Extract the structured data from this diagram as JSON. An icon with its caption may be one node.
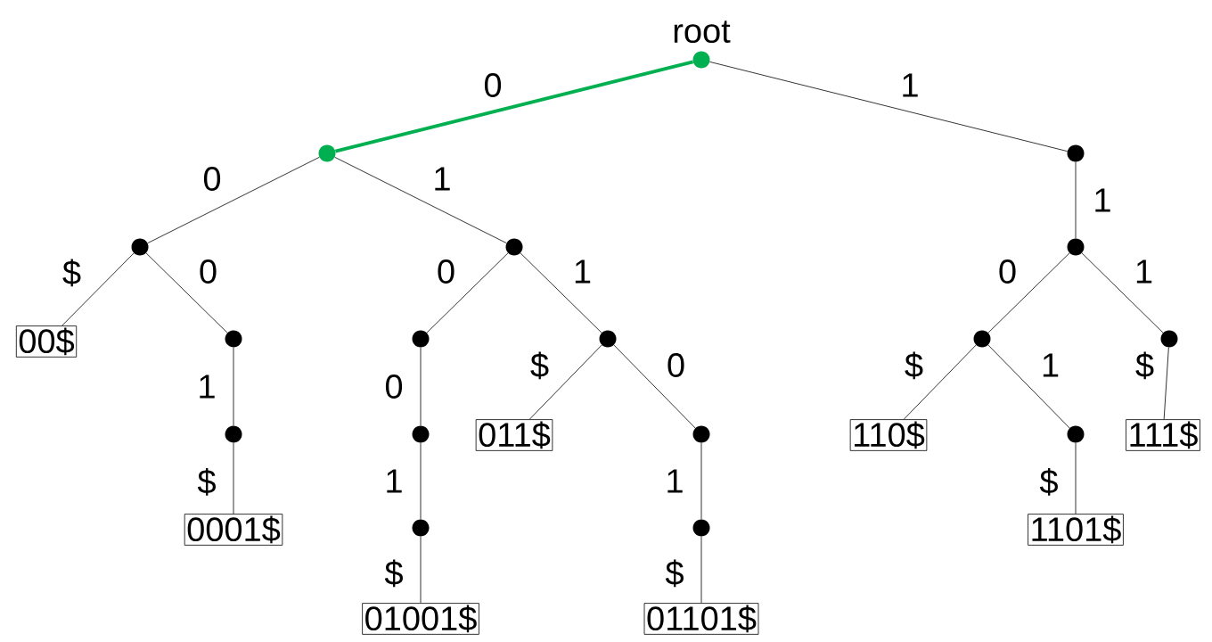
{
  "diagram": {
    "nodes": [
      {
        "text": [],
        "shape": "circle",
        "beside": [
          "root"
        ]
      },
      {
        "text": [],
        "shape": "circle"
      },
      {
        "text": [],
        "shape": "circle"
      },
      {
        "text": [],
        "shape": "circle"
      },
      {
        "text": [],
        "shape": "circle"
      },
      {
        "text": [],
        "shape": "circle"
      },
      {
        "text": [
          "00$"
        ]
      },
      {
        "text": [],
        "shape": "circle"
      },
      {
        "text": [],
        "shape": "circle"
      },
      {
        "text": [],
        "shape": "circle"
      },
      {
        "text": [],
        "shape": "circle"
      },
      {
        "text": [],
        "shape": "circle"
      },
      {
        "text": [],
        "shape": "circle"
      },
      {
        "text": [],
        "shape": "circle"
      },
      {
        "text": [
          "011$"
        ]
      },
      {
        "text": [],
        "shape": "circle"
      },
      {
        "text": [
          "110$"
        ]
      },
      {
        "text": [],
        "shape": "circle"
      },
      {
        "text": [
          "111$"
        ]
      },
      {
        "text": [
          "0001$"
        ]
      },
      {
        "text": [],
        "shape": "circle"
      },
      {
        "text": [],
        "shape": "circle"
      },
      {
        "text": [
          "1101$"
        ]
      },
      {
        "text": [
          "01001$"
        ]
      },
      {
        "text": [
          "01101$"
        ]
      }
    ],
    "edges": [
      {
        "from": 0,
        "to": 1,
        "arrow": "none",
        "label": "0",
        "style": "thick",
        "color": "#00b050"
      },
      {
        "from": 0,
        "to": 2,
        "arrow": "none",
        "label": "1"
      },
      {
        "from": 1,
        "to": 3,
        "arrow": "none",
        "label": "0"
      },
      {
        "from": 1,
        "to": 4,
        "arrow": "none",
        "label": "1"
      },
      {
        "from": 2,
        "to": 5,
        "arrow": "none",
        "label": "1"
      },
      {
        "from": 3,
        "to": 6,
        "arrow": "none",
        "label": "$"
      },
      {
        "from": 3,
        "to": 7,
        "arrow": "none",
        "label": "0"
      },
      {
        "from": 4,
        "to": 8,
        "arrow": "none",
        "label": "0"
      },
      {
        "from": 4,
        "to": 9,
        "arrow": "none",
        "label": "1"
      },
      {
        "from": 5,
        "to": 10,
        "arrow": "none",
        "label": "0"
      },
      {
        "from": 5,
        "to": 11,
        "arrow": "none",
        "label": "1"
      },
      {
        "from": 7,
        "to": 12,
        "arrow": "none",
        "label": "1"
      },
      {
        "from": 8,
        "to": 13,
        "arrow": "none",
        "label": "0"
      },
      {
        "from": 9,
        "to": 14,
        "arrow": "none",
        "label": "$"
      },
      {
        "from": 9,
        "to": 15,
        "arrow": "none",
        "label": "0"
      },
      {
        "from": 10,
        "to": 16,
        "arrow": "none",
        "label": "$"
      },
      {
        "from": 10,
        "to": 17,
        "arrow": "none",
        "label": "1"
      },
      {
        "from": 11,
        "to": 18,
        "arrow": "none",
        "label": "$"
      },
      {
        "from": 12,
        "to": 19,
        "arrow": "none",
        "label": "$"
      },
      {
        "from": 13,
        "to": 20,
        "arrow": "none",
        "label": "1"
      },
      {
        "from": 15,
        "to": 21,
        "arrow": "none",
        "label": "1"
      },
      {
        "from": 17,
        "to": 22,
        "arrow": "none",
        "label": "$"
      },
      {
        "from": 20,
        "to": 23,
        "arrow": "none",
        "label": "$"
      },
      {
        "from": 21,
        "to": 24,
        "arrow": "none",
        "label": "$"
      }
    ]
  }
}
